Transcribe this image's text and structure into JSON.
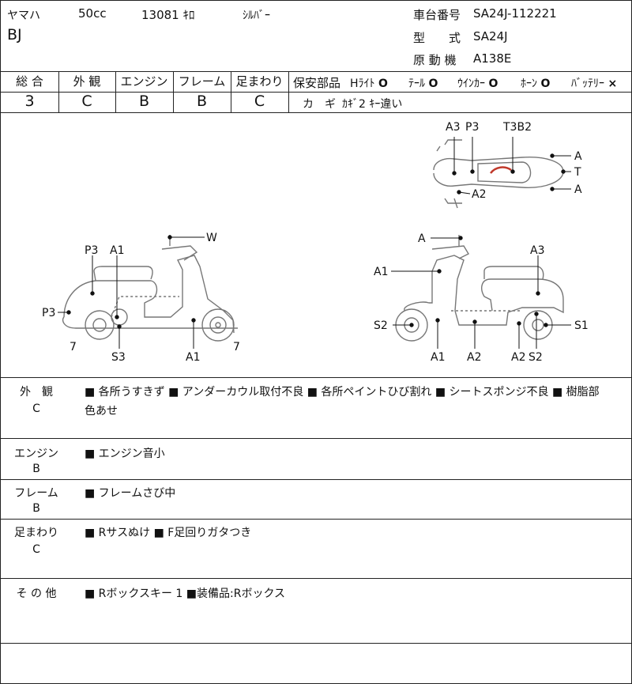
{
  "header": {
    "maker": "ヤマハ",
    "displacement": "50cc",
    "mileage": "13081 ｷﾛ",
    "color": "ｼﾙﾊﾞｰ",
    "model_name": "BJ",
    "frame_label": "車台番号",
    "frame_no": "SA24J-112221",
    "type_label": "型　　式",
    "type_value": "SA24J",
    "engine_label": "原 動 機",
    "engine_value": "A138E"
  },
  "grades": {
    "headers": [
      "総 合",
      "外 観",
      "エンジン",
      "フレーム",
      "足まわり"
    ],
    "values": [
      "3",
      "C",
      "B",
      "B",
      "C"
    ]
  },
  "safety": {
    "label": "保安部品",
    "items": [
      {
        "name": "Hﾗｲﾄ",
        "mark": "O"
      },
      {
        "name": "ﾃｰﾙ",
        "mark": "O"
      },
      {
        "name": "ｳｲﾝｶｰ",
        "mark": "O"
      },
      {
        "name": "ﾎｰﾝ",
        "mark": "O"
      },
      {
        "name": "ﾊﾞｯﾃﾘｰ",
        "mark": "×"
      }
    ],
    "key_label": "カ　ギ",
    "key_value": "ｶｷﾞ2 ｷｰ違い"
  },
  "diagram_labels": {
    "left": [
      "W",
      "P3",
      "A1",
      "P3",
      "7",
      "S3",
      "A1",
      "7"
    ],
    "right": [
      "A",
      "A3",
      "A1",
      "S2",
      "A1",
      "A2",
      "A2",
      "S2",
      "S1"
    ],
    "top": [
      "A3",
      "P3",
      "T3B2",
      "A",
      "T",
      "A",
      "A2"
    ]
  },
  "details": [
    {
      "label": "外　観",
      "grade": "C",
      "text": "■ 各所うすきず ■ アンダーカウル取付不良 ■ 各所ペイントひび割れ ■ シートスポンジ不良 ■ 樹脂部",
      "text2": "色あせ"
    },
    {
      "label": "エンジン",
      "grade": "B",
      "text": "■ エンジン音小",
      "text2": ""
    },
    {
      "label": "フレーム",
      "grade": "B",
      "text": "■ フレームさび中",
      "text2": ""
    },
    {
      "label": "足まわり",
      "grade": "C",
      "text": "■ Rサスぬけ ■ F足回りガタつき",
      "text2": ""
    },
    {
      "label": "そ の 他",
      "grade": "",
      "text": "■ Rボックスキー 1 ■装備品:Rボックス",
      "text2": ""
    }
  ]
}
